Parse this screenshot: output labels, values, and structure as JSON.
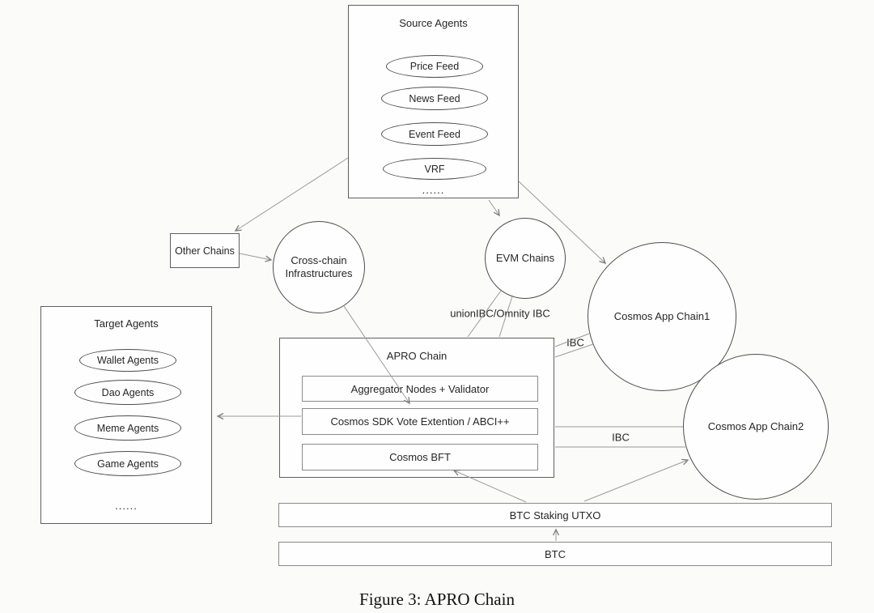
{
  "figure": {
    "caption": "Figure 3: APRO Chain"
  },
  "nodes": {
    "source_agents": {
      "title": "Source Agents",
      "items": [
        "Price Feed",
        "News Feed",
        "Event Feed",
        "VRF"
      ],
      "ellipsis": "......"
    },
    "other_chains": {
      "label": "Other Chains"
    },
    "cross_chain": {
      "label": "Cross-chain Infrastructures"
    },
    "evm_chains": {
      "label": "EVM Chains"
    },
    "cosmos_app_chain1": {
      "label": "Cosmos App Chain1"
    },
    "cosmos_app_chain2": {
      "label": "Cosmos App Chain2"
    },
    "target_agents": {
      "title": "Target Agents",
      "items": [
        "Wallet Agents",
        "Dao Agents",
        "Meme Agents",
        "Game Agents"
      ],
      "ellipsis": "......"
    },
    "apro_chain": {
      "title": "APRO Chain",
      "layers": [
        "Aggregator Nodes + Validator",
        "Cosmos SDK  Vote Extention / ABCI++",
        "Cosmos BFT"
      ]
    },
    "btc_staking_utxo": {
      "label": "BTC Staking UTXO"
    },
    "btc": {
      "label": "BTC"
    }
  },
  "edge_labels": {
    "union_ibc": "unionIBC/Omnity IBC",
    "ibc_to_chain1": "IBC",
    "ibc_to_chain2": "IBC"
  },
  "colors": {
    "background": "#fbfbfa",
    "shape_border": "#4d4d4d",
    "connector": "#8c8c8c",
    "text": "#262626"
  }
}
